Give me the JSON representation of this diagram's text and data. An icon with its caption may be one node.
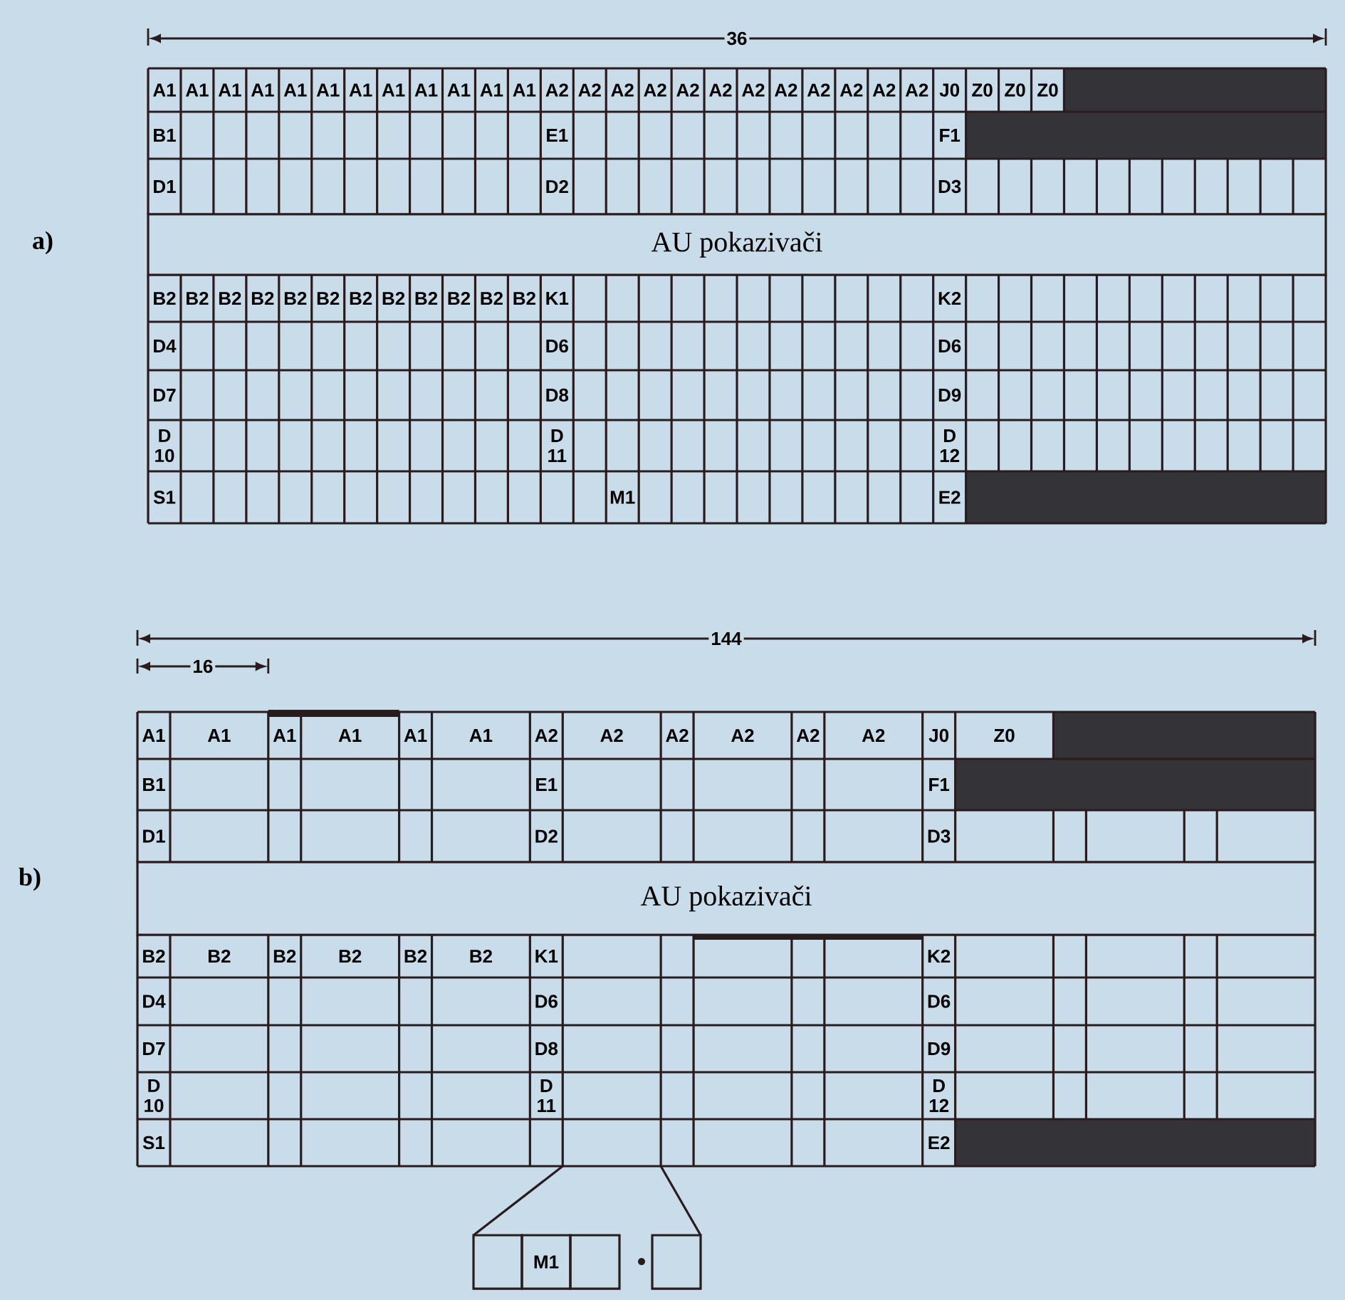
{
  "diagram": {
    "nodes": [
      {
        "text": [
          "AU pokazivači"
        ]
      },
      {
        "text": [
          "AU pokazivači"
        ]
      }
    ],
    "labels": [
      "36",
      "A1",
      "A1",
      "A1",
      "A1",
      "A1",
      "A1",
      "A1",
      "A1",
      "A1",
      "A1",
      "A1",
      "A1",
      "A2",
      "A2",
      "A2",
      "A2",
      "A2",
      "A2",
      "A2",
      "A2",
      "A2",
      "A2",
      "A2",
      "A2",
      "J0",
      "Z0",
      "Z0",
      "Z0",
      "B1",
      "E1",
      "F1",
      "D1",
      "D2",
      "D3",
      "a)",
      "B2",
      "B2",
      "B2",
      "B2",
      "B2",
      "B2",
      "B2",
      "B2",
      "B2",
      "B2",
      "B2",
      "B2",
      "K1",
      "K2",
      "D4",
      "D6",
      "D6",
      "D7",
      "D8",
      "D9",
      "D 10",
      "D 11",
      "D 12",
      "S1",
      "M1",
      "E2",
      "144",
      "16",
      "A1",
      "A1",
      "A1",
      "A1",
      "A1",
      "A1",
      "A2",
      "A2",
      "A2",
      "A2",
      "A2",
      "A2",
      "J0",
      "Z0",
      "B1",
      "E1",
      "F1",
      "D1",
      "D2",
      "D3",
      "b)",
      "B2",
      "B2",
      "B2",
      "B2",
      "B2",
      "B2",
      "K1",
      "K2",
      "D4",
      "D6",
      "D6",
      "D7",
      "D8",
      "D9",
      "D 10",
      "D 11",
      "D 12",
      "S1",
      "E2",
      "M1"
    ]
  }
}
